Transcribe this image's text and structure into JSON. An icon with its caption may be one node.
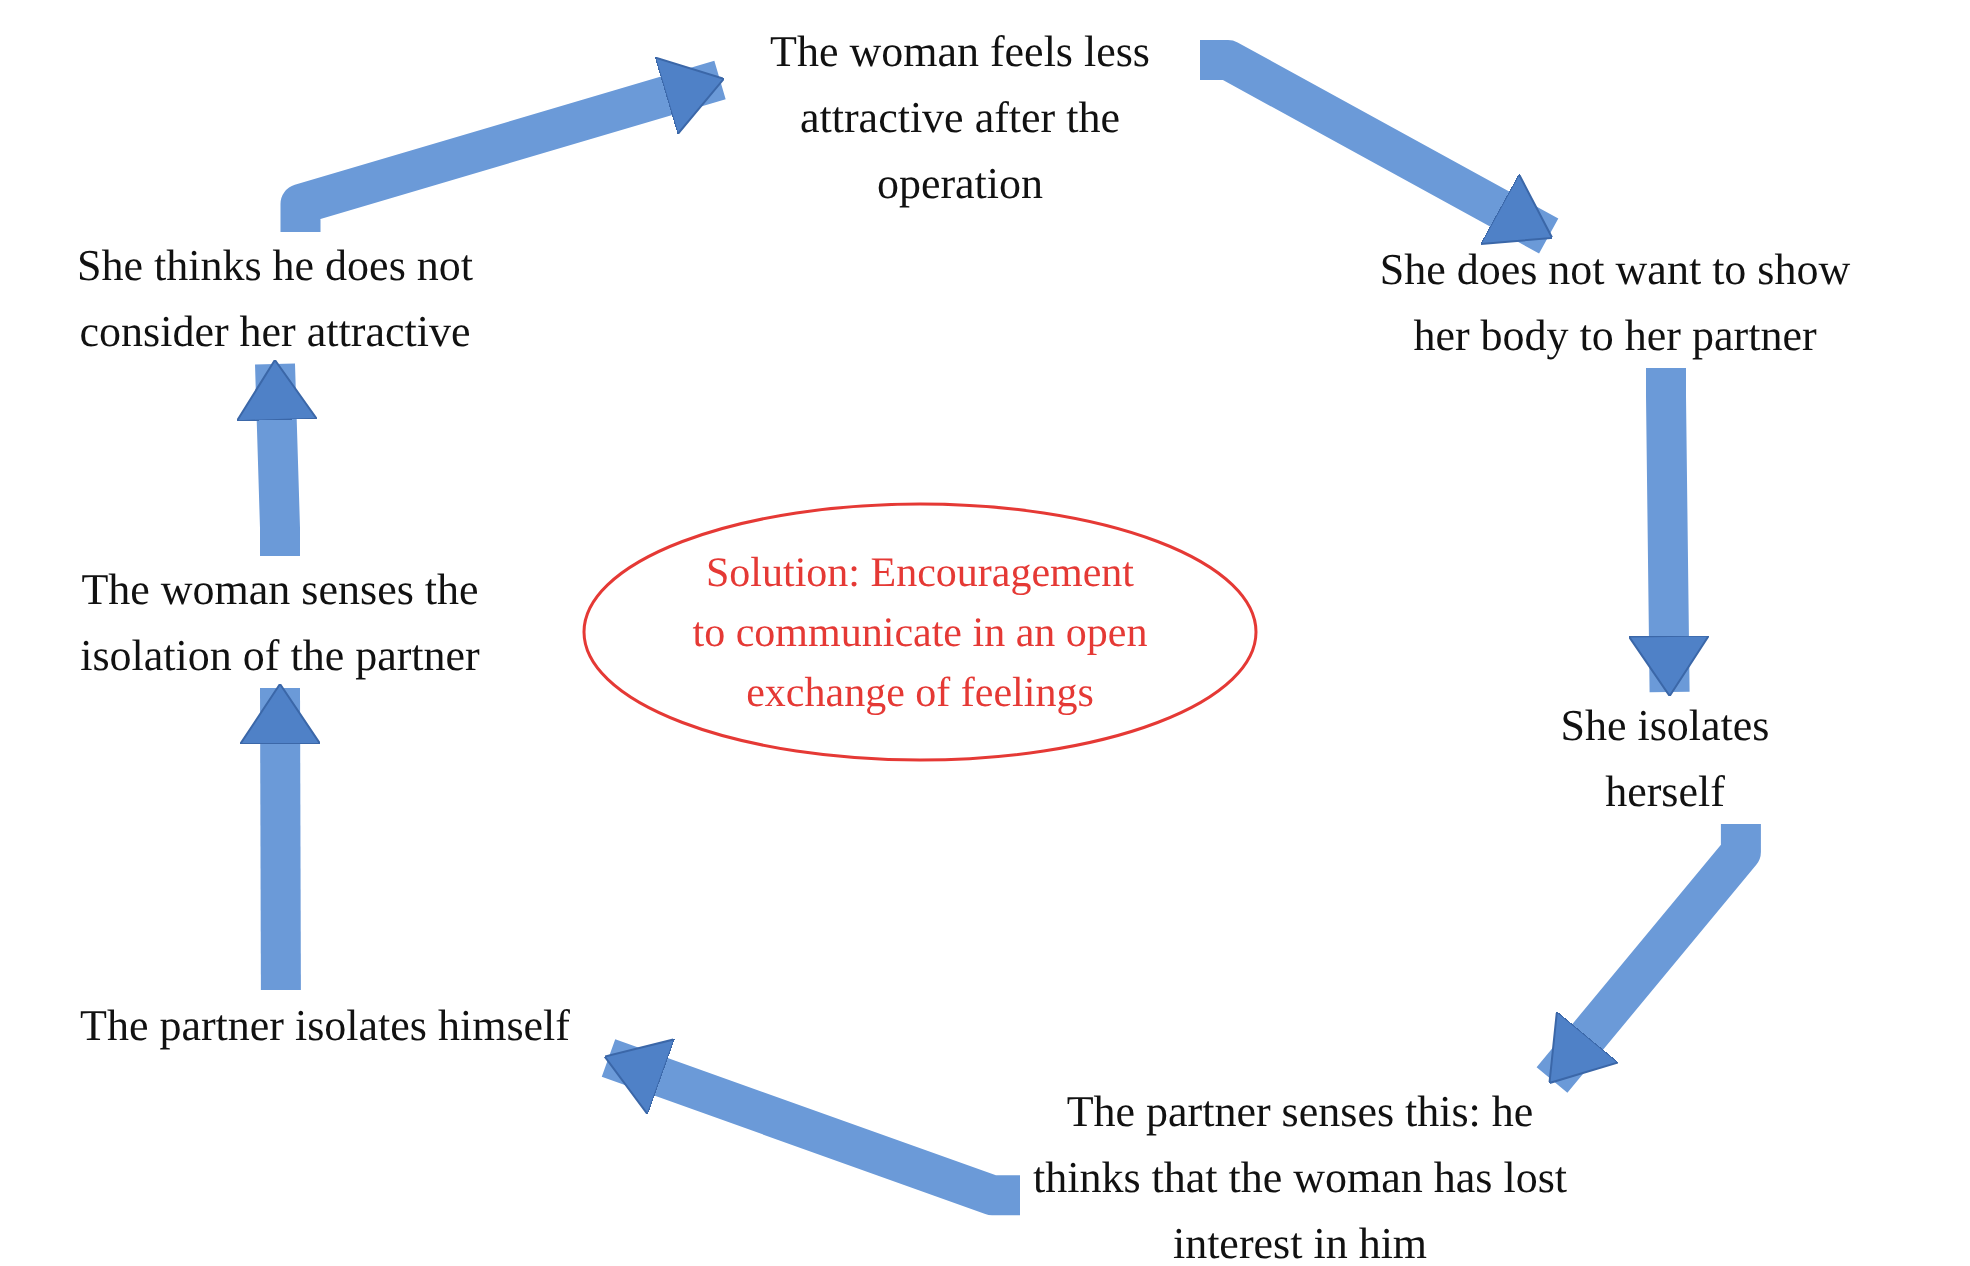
{
  "diagram": {
    "nodes": [
      {
        "text": [
          "The woman feels less attractive after the operation"
        ]
      },
      {
        "text": [
          "She does not want to show her body to her partner"
        ]
      },
      {
        "text": [
          "She isolates herself"
        ]
      },
      {
        "text": [
          "The partner senses this: he thinks that the woman has lost interest in him"
        ]
      },
      {
        "text": [
          "The partner isolates himself"
        ]
      },
      {
        "text": [
          "The woman senses the isolation of the partner"
        ]
      },
      {
        "text": [
          "She thinks he does not consider her attractive"
        ]
      },
      {
        "text": [
          "Solution: Encouragement to communicate in an open exchange of feelings"
        ]
      }
    ],
    "edges": [
      {
        "from": 0,
        "to": 1,
        "arrow": "to"
      },
      {
        "from": 1,
        "to": 2,
        "arrow": "to"
      },
      {
        "from": 2,
        "to": 3,
        "arrow": "to"
      },
      {
        "from": 3,
        "to": 4,
        "arrow": "to"
      },
      {
        "from": 4,
        "to": 5,
        "arrow": "to"
      },
      {
        "from": 5,
        "to": 6,
        "arrow": "to"
      },
      {
        "from": 6,
        "to": 0,
        "arrow": "to"
      }
    ]
  }
}
